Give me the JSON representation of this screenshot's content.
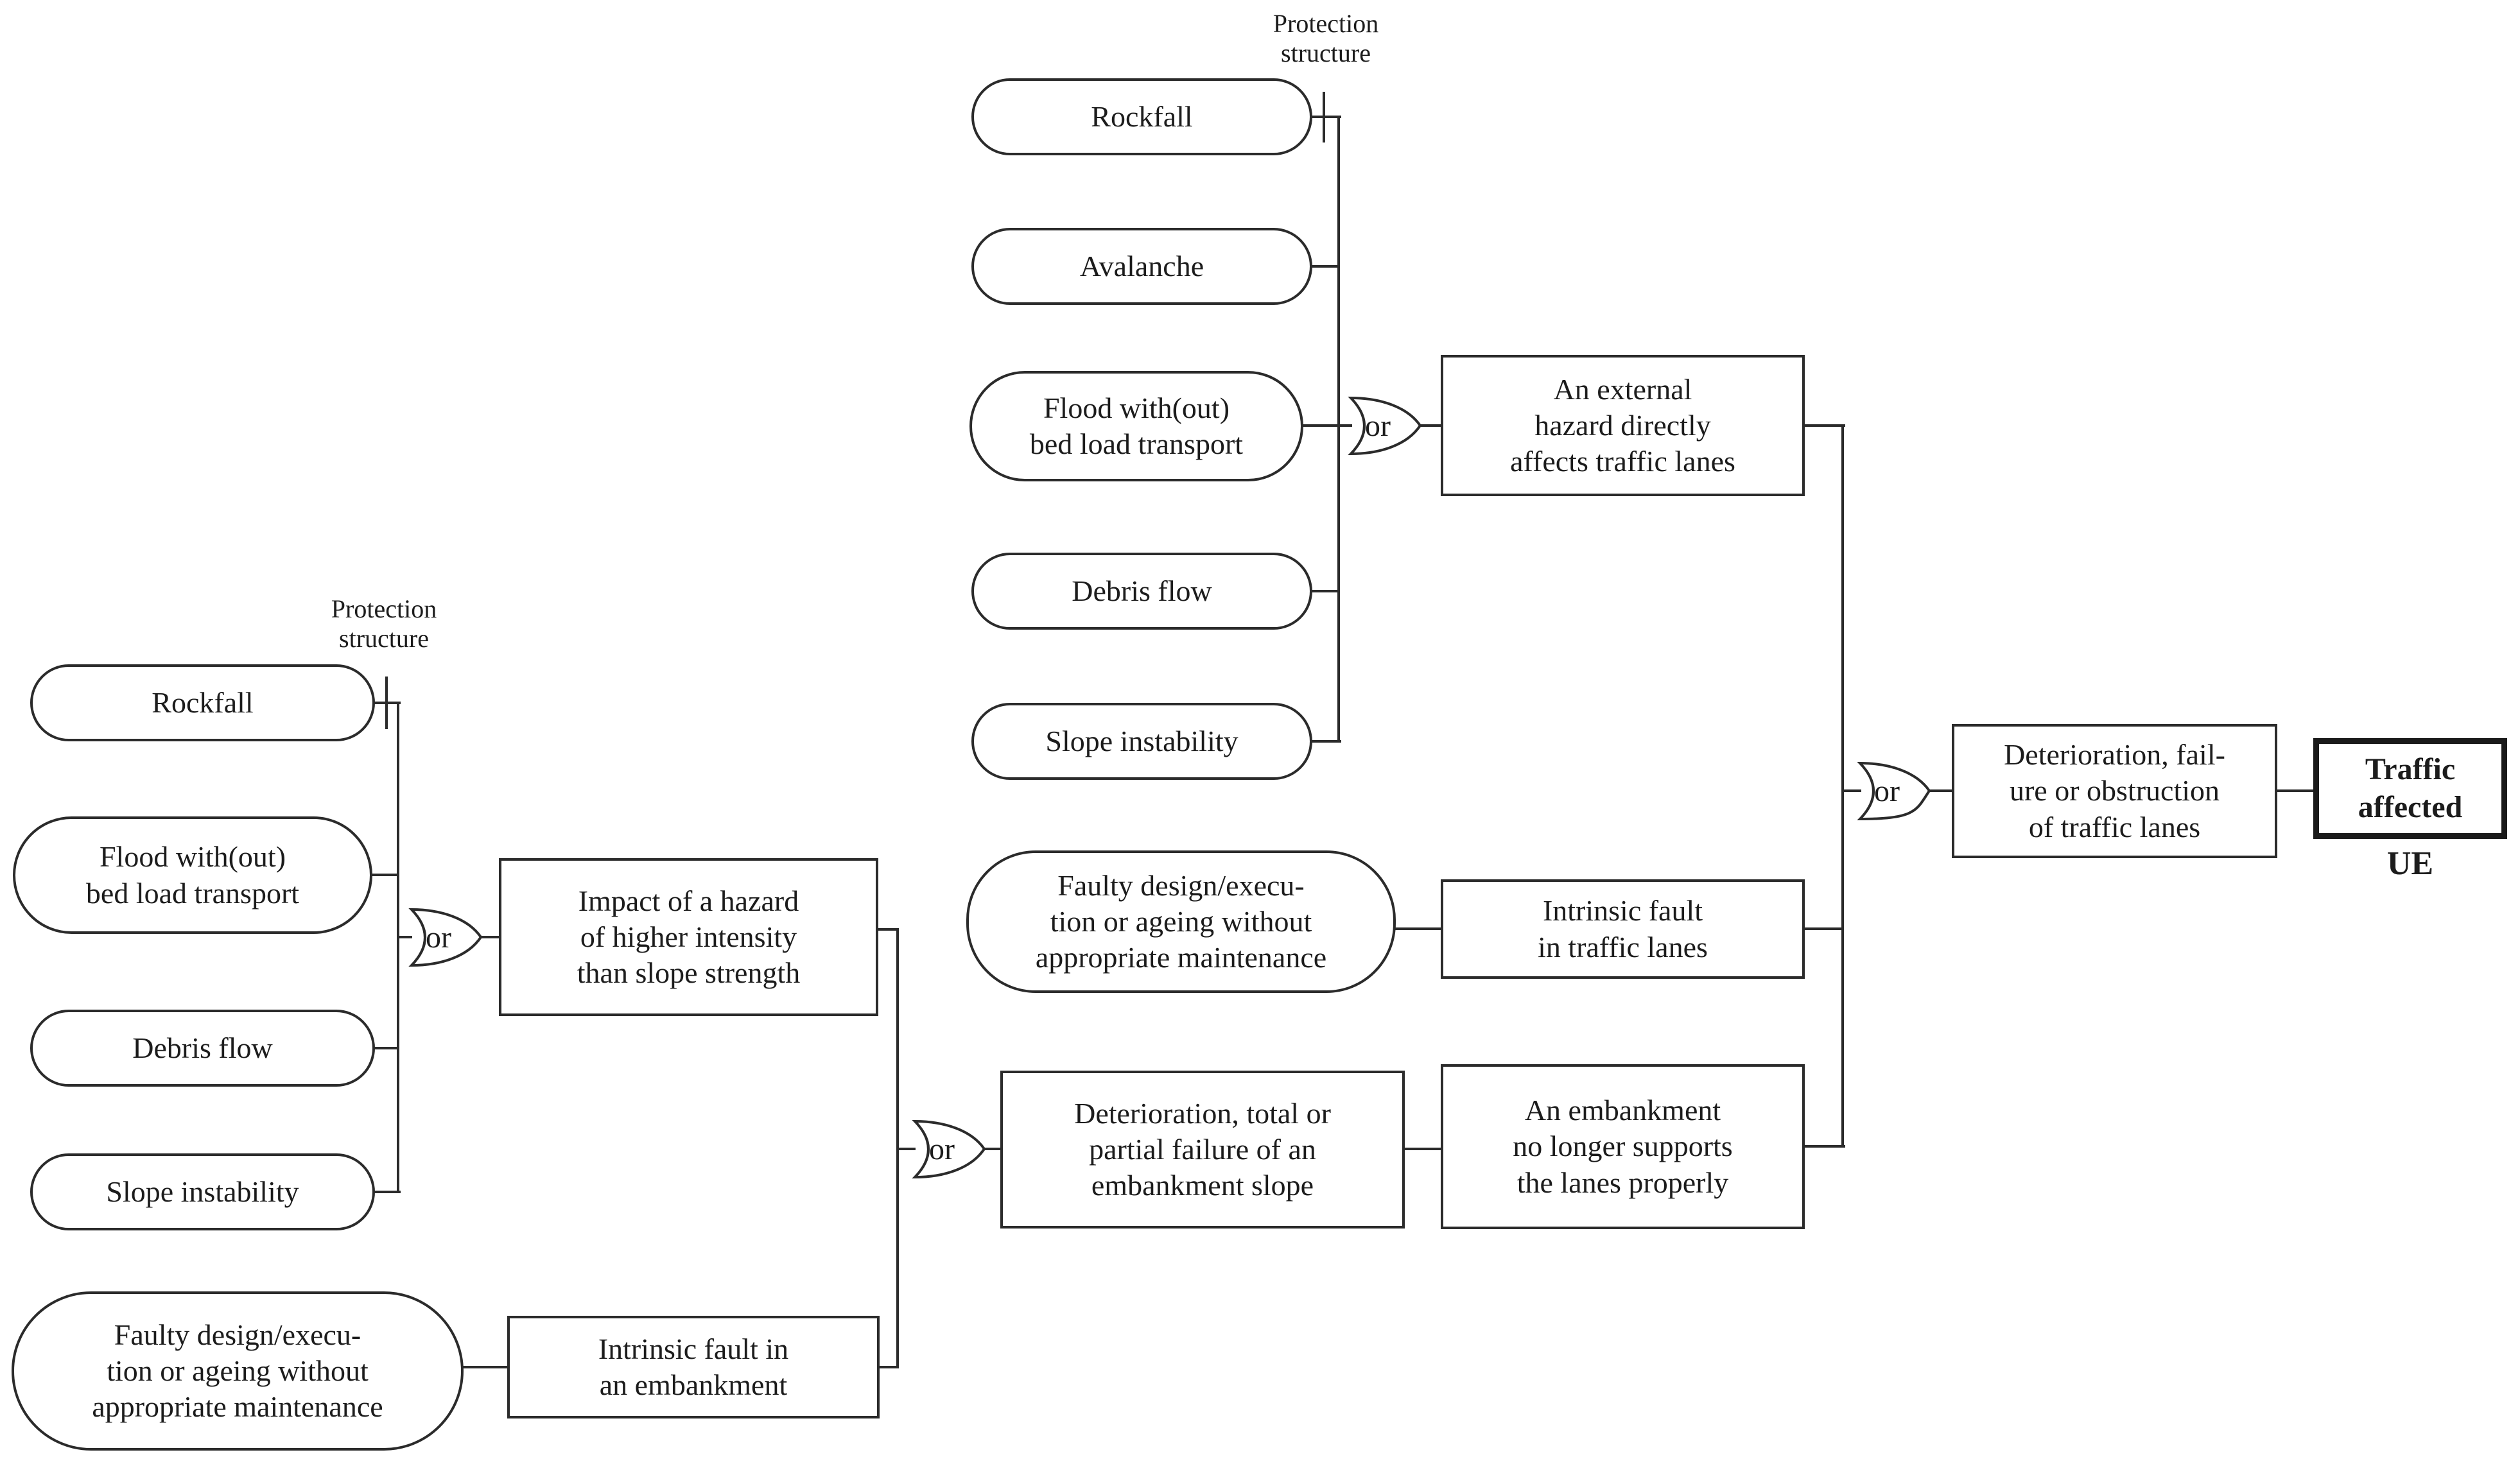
{
  "diagram": {
    "title_tag": "UE",
    "colors": {
      "ink": "#1c1c1c",
      "background": "#ffffff"
    },
    "labels": {
      "protection_structure": "Protection\nstructure",
      "gate_or": "or",
      "ue": "UE"
    },
    "nodes": {
      "left_rockfall": "Rockfall",
      "left_flood": "Flood with(out)\nbed load transport",
      "left_debris_flow": "Debris flow",
      "left_slope_instability": "Slope instability",
      "left_faulty_design": "Faulty design/execu-\ntion or ageing without\nappropriate maintenance",
      "impact_hazard": "Impact of a hazard\nof higher intensity\nthan slope strength",
      "intrinsic_fault_embankment": "Intrinsic fault in\nan embankment",
      "deterioration_embankment_slope": "Deterioration, total or\npartial failure of an\nembankment slope",
      "embankment_no_support": "An embankment\nno longer supports\nthe lanes properly",
      "center_rockfall": "Rockfall",
      "center_avalanche": "Avalanche",
      "center_flood": "Flood with(out)\nbed load transport",
      "center_debris_flow": "Debris flow",
      "center_slope_instability": "Slope instability",
      "center_faulty_design": "Faulty design/execu-\ntion or ageing without\nappropriate maintenance",
      "external_hazard": "An external\nhazard directly\naffects traffic lanes",
      "intrinsic_fault_traffic": "Intrinsic fault\nin traffic lanes",
      "deterioration_traffic_lanes": "Deterioration, fail-\nure or obstruction\nof traffic lanes",
      "traffic_affected": "Traffic\naffected"
    }
  }
}
